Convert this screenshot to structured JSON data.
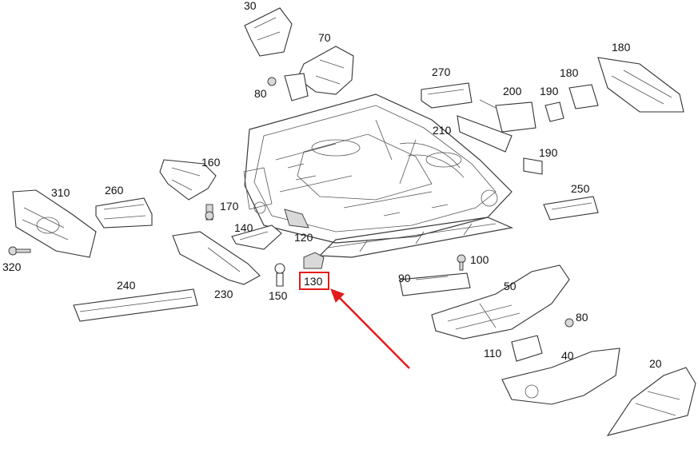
{
  "labels": {
    "p30": "30",
    "p70": "70",
    "p80a": "80",
    "p270": "270",
    "p200": "200",
    "p190a": "190",
    "p180a": "180",
    "p180b": "180",
    "p210": "210",
    "p190b": "190",
    "p160": "160",
    "p310": "310",
    "p260": "260",
    "p170": "170",
    "p250": "250",
    "p140": "140",
    "p120": "120",
    "p320": "320",
    "p100": "100",
    "p240": "240",
    "p230": "230",
    "p150": "150",
    "p130": "130",
    "p90": "90",
    "p50": "50",
    "p80b": "80",
    "p110": "110",
    "p40": "40",
    "p20": "20"
  },
  "highlight": {
    "part": "130",
    "color": "#e41b1b"
  }
}
